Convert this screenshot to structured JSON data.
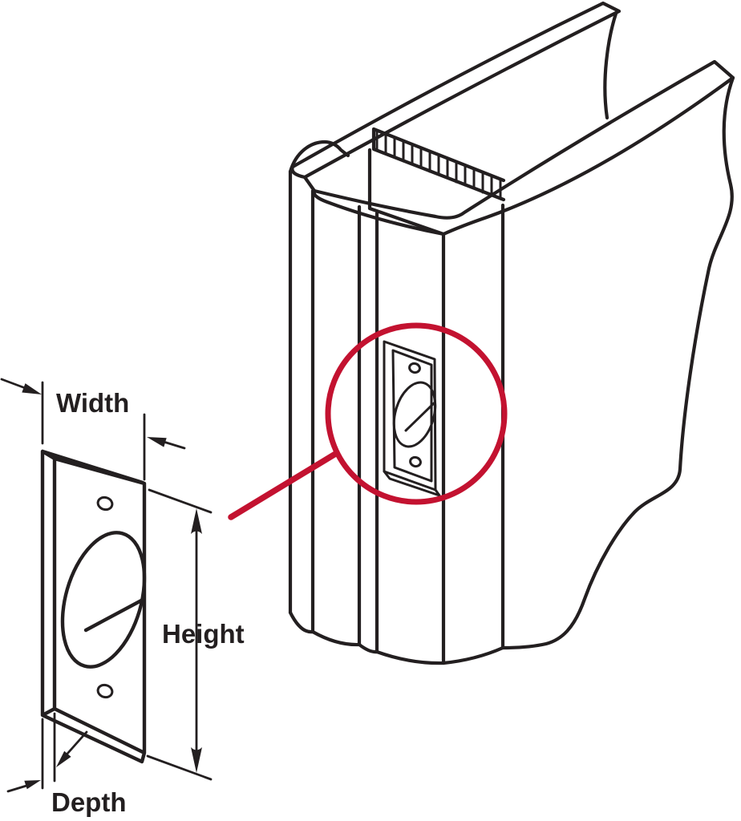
{
  "figure": {
    "labels": {
      "width": "Width",
      "height": "Height",
      "depth": "Depth"
    },
    "colors": {
      "line": "#231f20",
      "highlight": "#c31230",
      "background": "#ffffff"
    }
  }
}
